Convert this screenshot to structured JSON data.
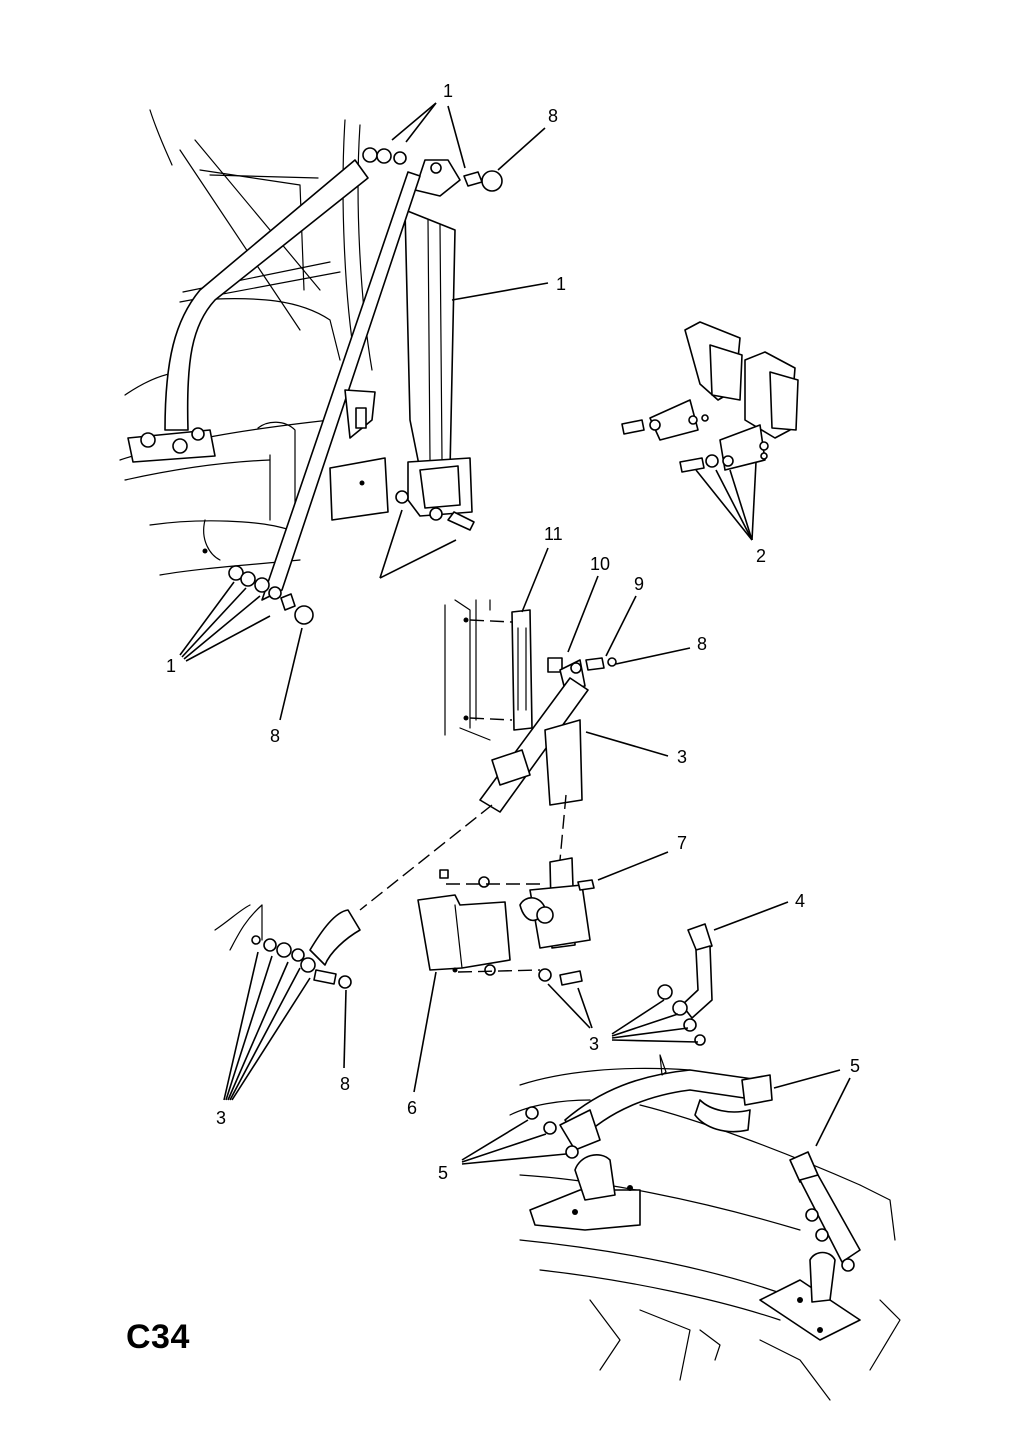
{
  "page": {
    "code": "C34"
  },
  "callouts": {
    "c1_top": "1",
    "c8_top": "8",
    "c1_right": "1",
    "c1_bottom": "1",
    "c8_left": "8",
    "c2": "2",
    "c11": "11",
    "c10": "10",
    "c9": "9",
    "c8_mid": "8",
    "c3_mid": "3",
    "c7": "7",
    "c4": "4",
    "c3_left": "3",
    "c8_lower": "8",
    "c6": "6",
    "c3_center": "3",
    "c5_right": "5",
    "c5_left": "5"
  }
}
